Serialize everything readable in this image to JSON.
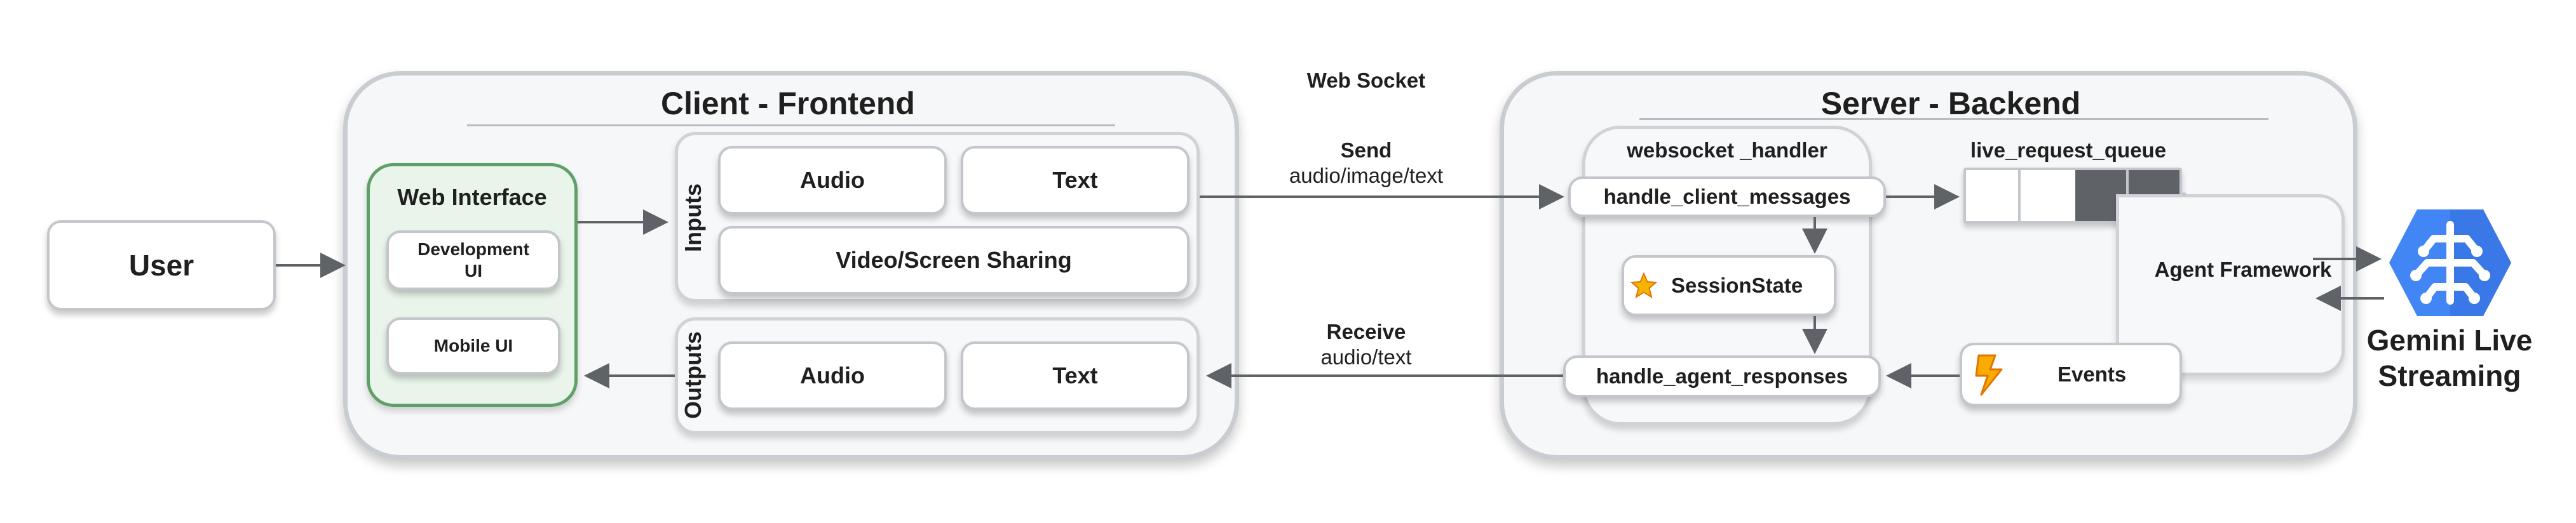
{
  "user": {
    "label": "User"
  },
  "client": {
    "title": "Client - Frontend",
    "web_interface": {
      "title": "Web Interface",
      "items": [
        "Development UI",
        "Mobile UI"
      ]
    },
    "inputs": {
      "label": "Inputs",
      "items": [
        "Audio",
        "Text",
        "Video/Screen Sharing"
      ]
    },
    "outputs": {
      "label": "Outputs",
      "items": [
        "Audio",
        "Text"
      ]
    }
  },
  "connection": {
    "title": "Web Socket",
    "send_label": "Send",
    "send_detail": "audio/image/text",
    "receive_label": "Receive",
    "receive_detail": "audio/text"
  },
  "server": {
    "title": "Server - Backend",
    "websocket_handler": {
      "title": "websocket _handler",
      "client_messages": "handle_client_messages",
      "session_state": "SessionState",
      "agent_responses": "handle_agent_responses"
    },
    "queue": {
      "title": "live_request_queue"
    },
    "agent_framework": "Agent Framework",
    "events": "Events"
  },
  "gemini": {
    "label": "Gemini Live Streaming"
  },
  "colors": {
    "panel_border": "#c9ccd1",
    "web_interface_fill": "#e9f5ea",
    "web_interface_border": "#5f9f68",
    "queue_dark": "#5f6368",
    "gemini_blue": "#4285f4",
    "star": "#f4b400",
    "bolt": "#f29900",
    "arrow": "#5f6368"
  }
}
